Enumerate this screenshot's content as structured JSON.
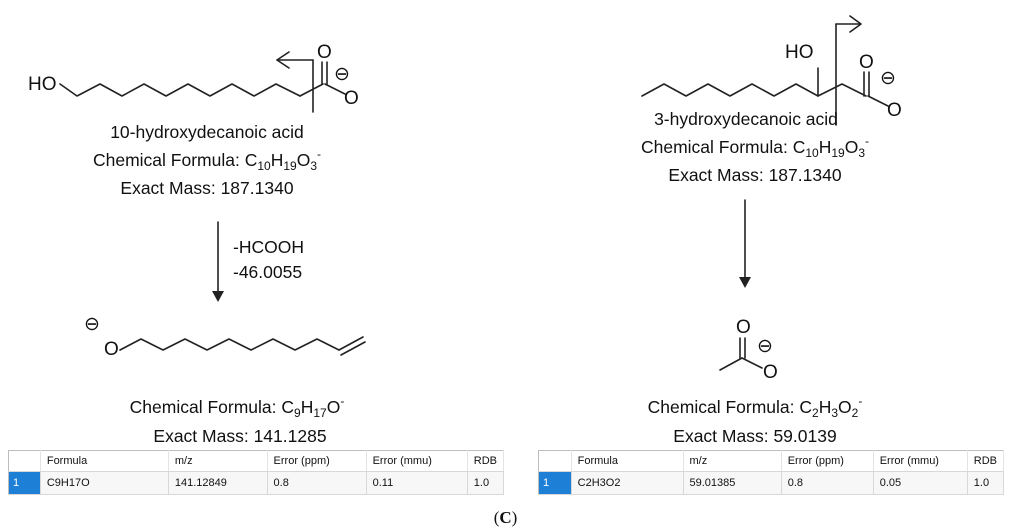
{
  "left": {
    "parent_name": "10-hydroxydecanoic acid",
    "formula_label": "Chemical Formula: ",
    "mass_label": "Exact Mass: ",
    "parent_formula": {
      "C": "10",
      "H": "19",
      "O": "3",
      "charge": "-"
    },
    "parent_mass": "187.1340",
    "loss_formula": "-HCOOH",
    "loss_mass": "-46.0055",
    "fragment_formula": {
      "C": "9",
      "H": "17",
      "O": "",
      "charge": "-"
    },
    "fragment_mass": "141.1285",
    "atoms": {
      "ho": "HO",
      "o": "O",
      "o2": "O",
      "minus": "⊖"
    }
  },
  "right": {
    "parent_name": "3-hydroxydecanoic acid",
    "formula_label": "Chemical Formula: ",
    "mass_label": "Exact Mass: ",
    "parent_formula": {
      "C": "10",
      "H": "19",
      "O": "3",
      "charge": "-"
    },
    "parent_mass": "187.1340",
    "fragment_formula": {
      "C": "2",
      "H": "3",
      "O": "2",
      "charge": "-"
    },
    "fragment_mass": "59.0139",
    "atoms": {
      "ho": "HO",
      "o": "O",
      "o2": "O",
      "minus": "⊖"
    }
  },
  "table_left": {
    "headers": [
      "Formula",
      "m/z",
      "Error (ppm)",
      "Error (mmu)",
      "RDB"
    ],
    "row": {
      "index": "1",
      "formula": "C9H17O",
      "mz": "141.12849",
      "ppm": "0.8",
      "mmu": "0.11",
      "rdb": "1.0"
    }
  },
  "table_right": {
    "headers": [
      "Formula",
      "m/z",
      "Error (ppm)",
      "Error (mmu)",
      "RDB"
    ],
    "row": {
      "index": "1",
      "formula": "C2H3O2",
      "mz": "59.01385",
      "ppm": "0.8",
      "mmu": "0.05",
      "rdb": "1.0"
    }
  },
  "panel_label": "C",
  "colors": {
    "selected_row": "#1e7fd6",
    "ink": "#111111"
  }
}
